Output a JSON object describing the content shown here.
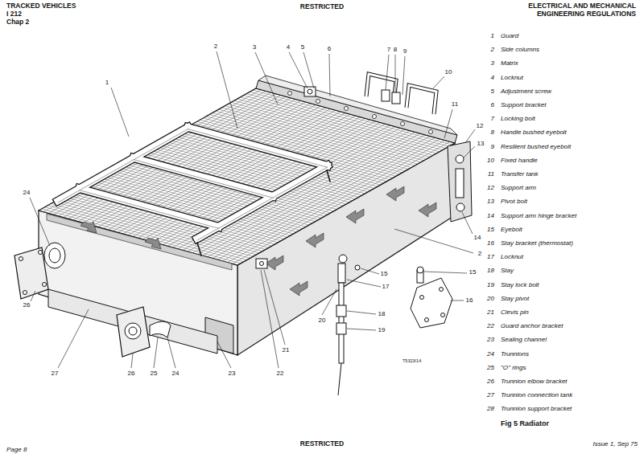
{
  "diagram": {
    "caption": "Fig 5 Radiator",
    "labels": [
      "TRACKED VEHICLES",
      "I 212",
      "Chap 2",
      "RESTRICTED",
      "ELECTRICAL AND MECHANICAL ENGINEERING REGULATIONS",
      "1",
      "2",
      "3",
      "4",
      "5",
      "6",
      "7",
      "8",
      "9",
      "10",
      "11",
      "12",
      "13",
      "2",
      "14",
      "15",
      "17",
      "18",
      "19",
      "20",
      "15",
      "16",
      "21",
      "22",
      "23",
      "24",
      "26",
      "27",
      "26",
      "25",
      "24",
      "T5323/14",
      "1",
      "Guard",
      "2",
      "Side columns",
      "3",
      "Matrix",
      "4",
      "Locknut",
      "5",
      "Adjustment screw",
      "6",
      "Support bracket",
      "7",
      "Locking bolt",
      "8",
      "Handle bushed eyebolt",
      "9",
      "Resilient bushed eyebolt",
      "10",
      "Fixed handle",
      "11",
      "Transfer tank",
      "12",
      "Support arm",
      "13",
      "Pivot bolt",
      "14",
      "Support arm hinge bracket",
      "15",
      "Eyebolt",
      "16",
      "Stay bracket (thermostat)",
      "17",
      "Locknut",
      "18",
      "Stay",
      "19",
      "Stay lock bolt",
      "20",
      "Stay pivot",
      "21",
      "Clevis pin",
      "22",
      "Guard anchor bracket",
      "23",
      "Sealing channel",
      "24",
      "Trunnions",
      "25",
      "\"O\" rings",
      "26",
      "Trunnion elbow bracket",
      "27",
      "Trunnion connection tank",
      "28",
      "Trunnion support bracket",
      "Page 8",
      "RESTRICTED",
      "Issue 1, Sep 75"
    ]
  }
}
